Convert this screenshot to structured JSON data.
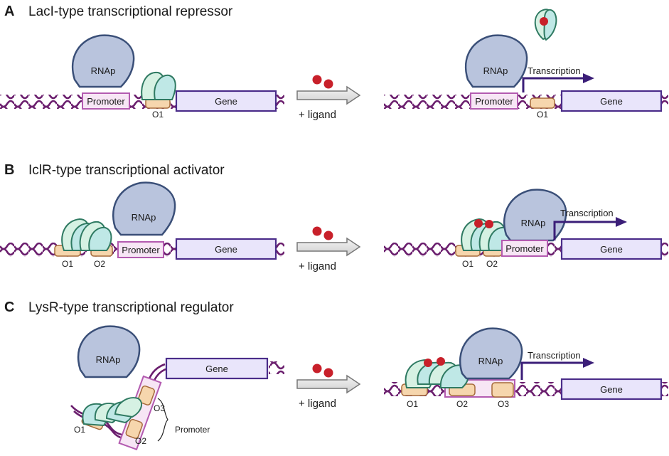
{
  "panels": [
    {
      "letter": "A",
      "title": "LacI-type transcriptional repressor"
    },
    {
      "letter": "B",
      "title": "IclR-type transcriptional activator"
    },
    {
      "letter": "C",
      "title": "LysR-type transcriptional regulator"
    }
  ],
  "labels": {
    "rnap": "RNAp",
    "promoter": "Promoter",
    "gene": "Gene",
    "transcription": "Transcription",
    "ligand": "+ ligand",
    "o1": "O1",
    "o2": "O2",
    "o3": "O3"
  },
  "colors": {
    "dna": "#6b1f6e",
    "rnap_fill": "#b9c4dd",
    "rnap_stroke": "#3a4f78",
    "promoter_fill": "#f7e6f5",
    "promoter_stroke": "#b35bb0",
    "gene_fill": "#e9e5fb",
    "gene_stroke": "#4b2d8a",
    "operator_fill": "#f6d6ad",
    "operator_stroke": "#a56a3a",
    "protein_light": "#d6f1e3",
    "protein_teal": "#bfe8e6",
    "protein_stroke": "#2f7a62",
    "ligand": "#c8202a",
    "arrow": "#3b1e78"
  }
}
